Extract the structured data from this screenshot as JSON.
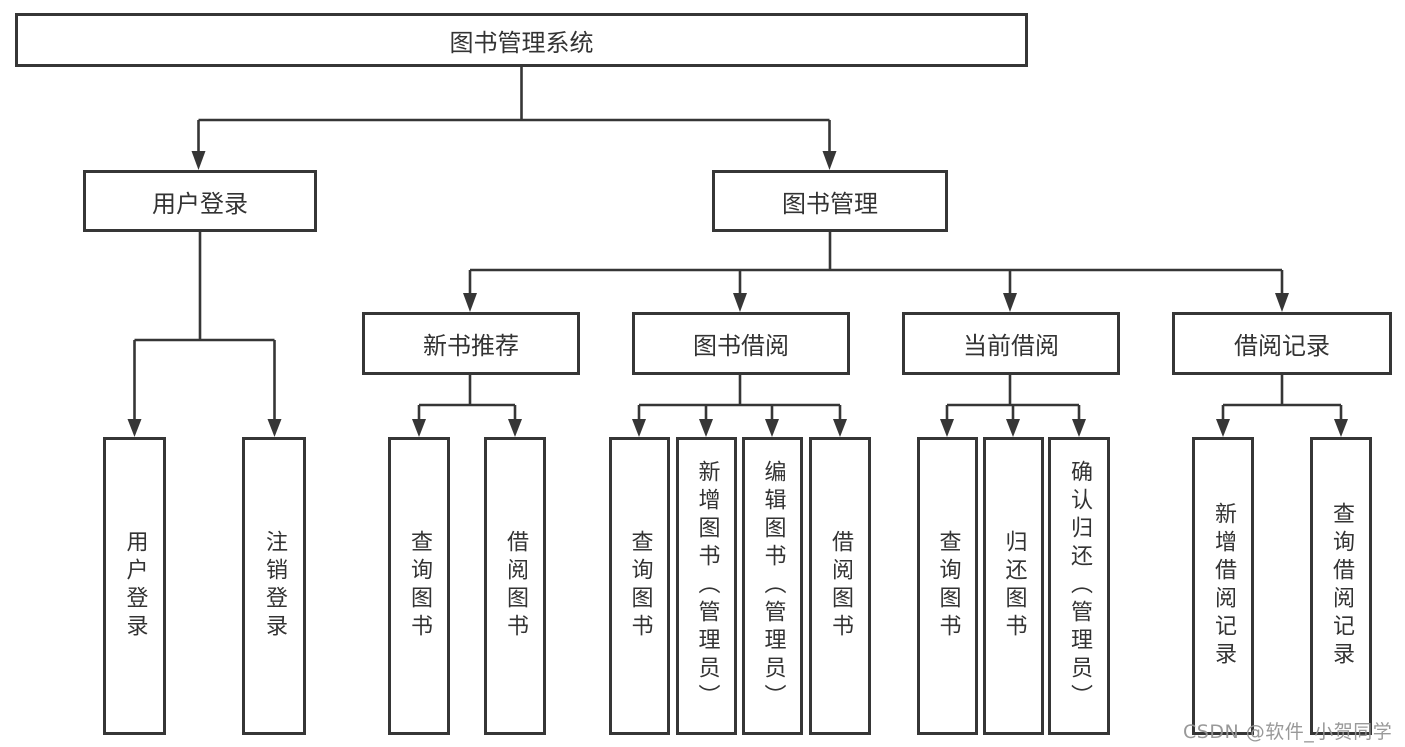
{
  "colors": {
    "line": "#363636",
    "box_border": "#363636",
    "text": "#333333",
    "watermark": "#949494",
    "background": "#ffffff"
  },
  "diagram": {
    "root": {
      "label": "图书管理系统"
    },
    "level2": [
      {
        "label": "用户登录"
      },
      {
        "label": "图书管理"
      }
    ],
    "level3": [
      {
        "label": "新书推荐",
        "parent": "图书管理"
      },
      {
        "label": "图书借阅",
        "parent": "图书管理"
      },
      {
        "label": "当前借阅",
        "parent": "图书管理"
      },
      {
        "label": "借阅记录",
        "parent": "图书管理"
      }
    ],
    "leaves": [
      {
        "label": "用户登录",
        "parent": "用户登录"
      },
      {
        "label": "注销登录",
        "parent": "用户登录"
      },
      {
        "label": "查询图书",
        "parent": "新书推荐"
      },
      {
        "label": "借阅图书",
        "parent": "新书推荐"
      },
      {
        "label": "查询图书",
        "parent": "图书借阅"
      },
      {
        "label": "新增图书（管理员）",
        "parent": "图书借阅"
      },
      {
        "label": "编辑图书（管理员）",
        "parent": "图书借阅"
      },
      {
        "label": "借阅图书",
        "parent": "图书借阅"
      },
      {
        "label": "查询图书",
        "parent": "当前借阅"
      },
      {
        "label": "归还图书",
        "parent": "当前借阅"
      },
      {
        "label": "确认归还（管理员）",
        "parent": "当前借阅"
      },
      {
        "label": "新增借阅记录",
        "parent": "借阅记录"
      },
      {
        "label": "查询借阅记录",
        "parent": "借阅记录"
      }
    ],
    "watermark": "CSDN @软件_小贺同学"
  }
}
